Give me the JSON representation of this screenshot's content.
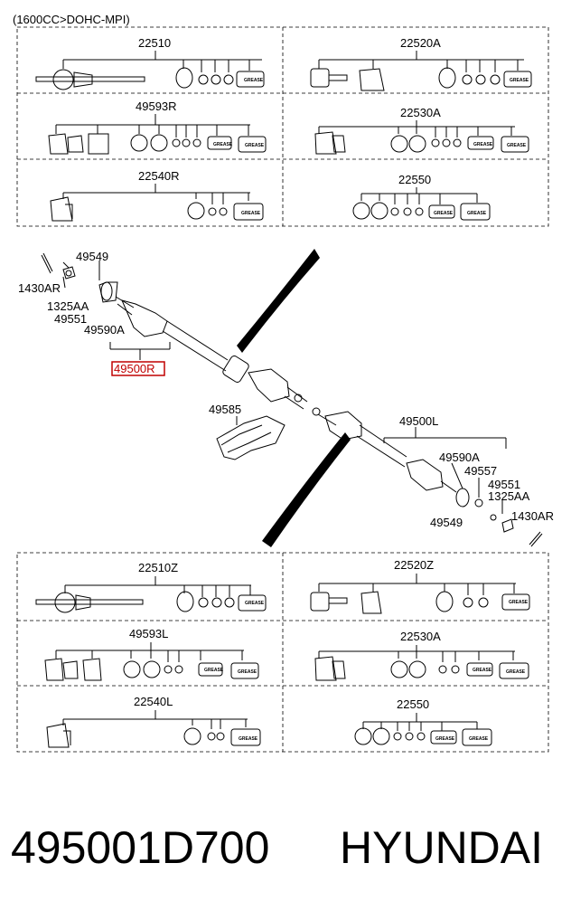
{
  "header": {
    "spec": "(1600CC>DOHC-MPI)"
  },
  "top_table": {
    "cells": [
      {
        "part": "22510"
      },
      {
        "part": "22520A"
      },
      {
        "part": "49593R"
      },
      {
        "part": "22530A"
      },
      {
        "part": "22540R"
      },
      {
        "part": "22550"
      }
    ]
  },
  "bottom_table": {
    "cells": [
      {
        "part": "22510Z"
      },
      {
        "part": "22520Z"
      },
      {
        "part": "49593L"
      },
      {
        "part": "22530A"
      },
      {
        "part": "22540L"
      },
      {
        "part": "22550"
      }
    ]
  },
  "grease_text": "GREASE",
  "callouts": {
    "p1430ar_r": "1430AR",
    "p49549_r": "49549",
    "p1325aa_r": "1325AA",
    "p49551_r": "49551",
    "p49590a_r": "49590A",
    "p49500r": "49500R",
    "p49585": "49585",
    "p49500l": "49500L",
    "p49590a_l": "49590A",
    "p49557": "49557",
    "p49551_l": "49551",
    "p1325aa_l": "1325AA",
    "p49549_l": "49549",
    "p1430ar_l": "1430AR"
  },
  "footer": {
    "part_number": "495001D700",
    "brand": "HYUNDAI"
  },
  "colors": {
    "highlight": "#c00000",
    "ink": "#000000"
  }
}
